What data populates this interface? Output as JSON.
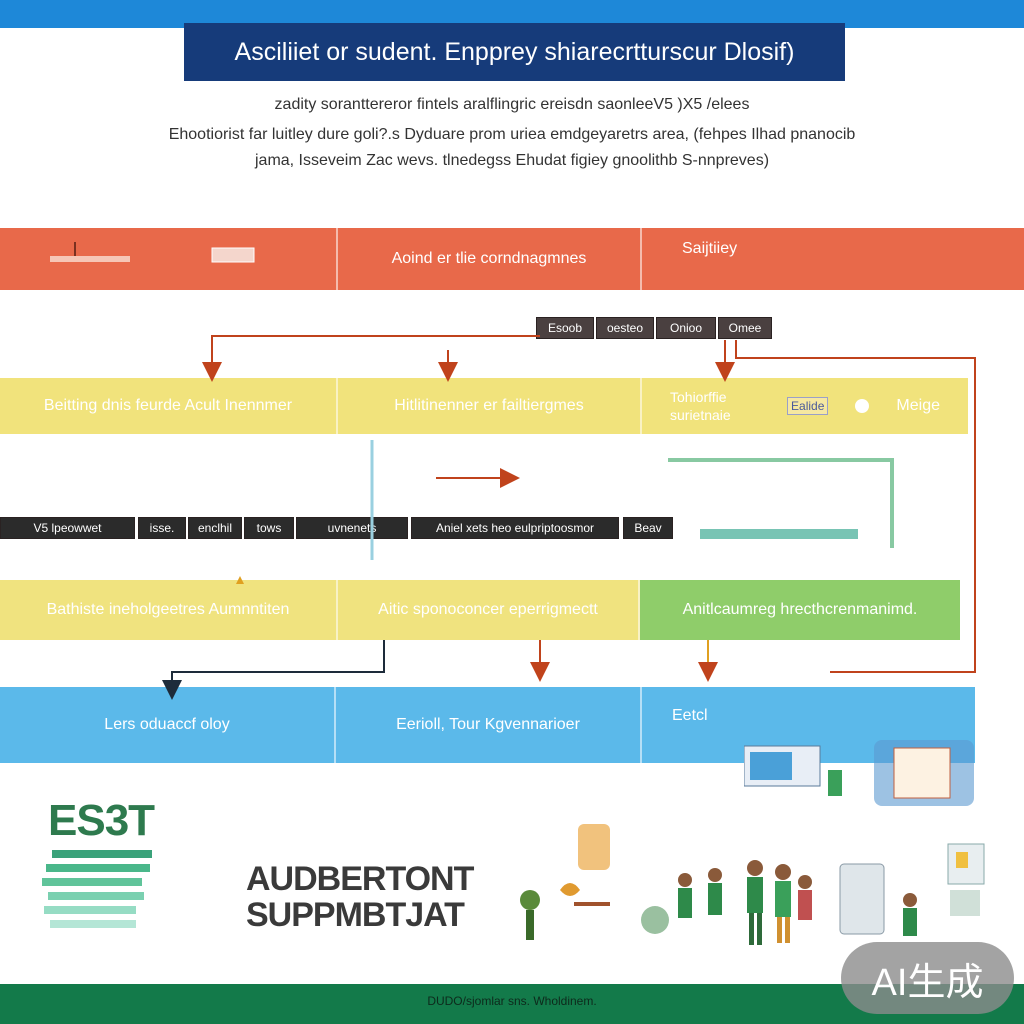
{
  "title": "Asciliiet or sudent. Enpprey shiarecrtturscur Dlosif)",
  "subtitle_lines": [
    "zadity soranttereror fintels aralflingric ereisdn saonleeV5 )X5 /elees",
    "Ehootiorist far luitley dure goli?.s Dyduare prom uriea  emdgeyaretrs area, (fehpes Ilhad pnanocib",
    "jama, Isseveim Zac wevs.  tlnedegss Ehudat figiey gnoolithb S-nnpreves)"
  ],
  "bands": {
    "red": [
      "",
      "Aoind er tlie corndnagmnes",
      "Saijtiiey"
    ],
    "red_small_tag": "",
    "yellow1": [
      "Beitting dnis feurde Acult Inennmer",
      "Hitlitinenner er failtiergmes",
      "Tohiorffie surietnaie",
      "Meige"
    ],
    "yellow1_badge": "Ealide",
    "yellow2": [
      "Bathiste ineholgeetres  Aumnntiten",
      "Aitic sponoconcer eperrigmectt",
      "Anitlcaumreg  hrecthcrenmanimd."
    ],
    "blue": [
      "Lers  oduaccf oloy",
      "Eerioll,  Tour Kgvennarioer",
      "Eetcl"
    ]
  },
  "top_tags": [
    "Esoob",
    "oesteo",
    "Onioo",
    "Omee"
  ],
  "mid_tags": [
    "V5 lpeowwet",
    "isse.",
    "enclhil",
    "tows",
    "uvnenets",
    "Aniel xets heo eulpriptoosmor",
    "Beav"
  ],
  "logo": "ES3T",
  "big_text": [
    "AUDBERTONT",
    "SUPPMBTJAT"
  ],
  "footer": "DUDO/sjomlar sns. Wholdinem.",
  "ai_badge": "AI生成",
  "colors": {
    "title_bg": "#163b7a",
    "red": "#e8694a",
    "yellow": "#f1e37c",
    "green": "#8fcd6a",
    "blue": "#5bb9ea",
    "footer": "#137a4a"
  }
}
